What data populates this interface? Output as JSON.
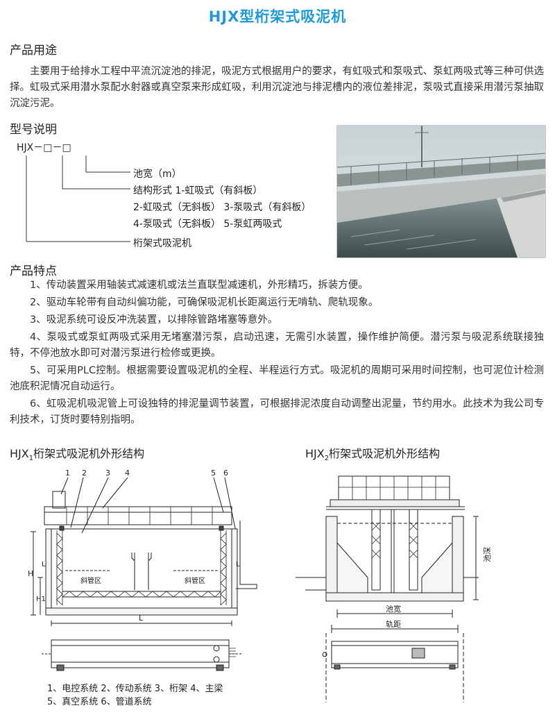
{
  "title": "HJX型桁架式吸泥机",
  "usage": {
    "heading": "产品用途",
    "text": "主要用于给排水工程中平流沉淀池的排泥，吸泥方式根据用户的要求，有虹吸式和泵吸式、泵虹两吸式等三种可供选择。虹吸式采用潜水泵配水射器或真空泵来形成虹吸，利用沉淀池与排泥槽内的液位差排泥，泵吸式直接采用潜污泵抽取沉淀污泥。"
  },
  "model": {
    "heading": "型号说明",
    "code": "HJX－□－□",
    "lines": [
      "池宽（m）",
      "结构形式 1-虹吸式（有斜板）",
      "2-虹吸式（无斜板） 3-泵吸式（有斜板）",
      "4-泵吸式（无斜板） 5-泵虹两吸式",
      "桁架式吸泥机"
    ]
  },
  "features": {
    "heading": "产品特点",
    "items": [
      "1、传动装置采用轴装式减速机或法兰直联型减速机，外形精巧，拆装方便。",
      "2、驱动车轮带有自动纠偏功能，可确保吸泥机长距离运行无啃轨、爬轨现象。",
      "3、吸泥系统可设反冲洗装置，以排除管路堵塞等意外。",
      "4、泵吸式或泵虹两吸式采用无堵塞潜污泵，启动迅速，无需引水装置，操作维护简便。潜污泵与吸泥系统联接独特，不停池放水即可对潜污泵进行检修或更换。",
      "5、可采用PLC控制。根据需要设置吸泥机的全程、半程运行方式。吸泥机的周期可采用时间控制，也可泥位计检测池底积泥情况自动运行。",
      "6、虹吸泥机吸泥管上可设独特的排泥量调节装置，可根据排泥浓度自动调整出泥量，节约用水。此技术为我公司专利技术，订货时要特别指明。"
    ]
  },
  "fig1": {
    "title_prefix": "HJX",
    "title_sub": "1",
    "title_suffix": "桁架式吸泥机外形结构",
    "numbers": [
      "1",
      "2",
      "3",
      "4",
      "5",
      "6"
    ],
    "label_h": "H",
    "label_h1": "H1",
    "label_l": "L",
    "label_l1": "L",
    "label_l2": "L",
    "slant_left": "斜管区",
    "slant_right": "斜管区",
    "legend_line1": "1、电控系统 2、传动系统 3、桁架 4、主梁",
    "legend_line2": "5、真空系统 6、管道系统"
  },
  "fig2": {
    "title_prefix": "HJX",
    "title_sub": "2",
    "title_suffix": "桁架式吸泥机外形结构",
    "label_depth": "池深",
    "label_width": "池宽",
    "label_track": "轨距"
  }
}
